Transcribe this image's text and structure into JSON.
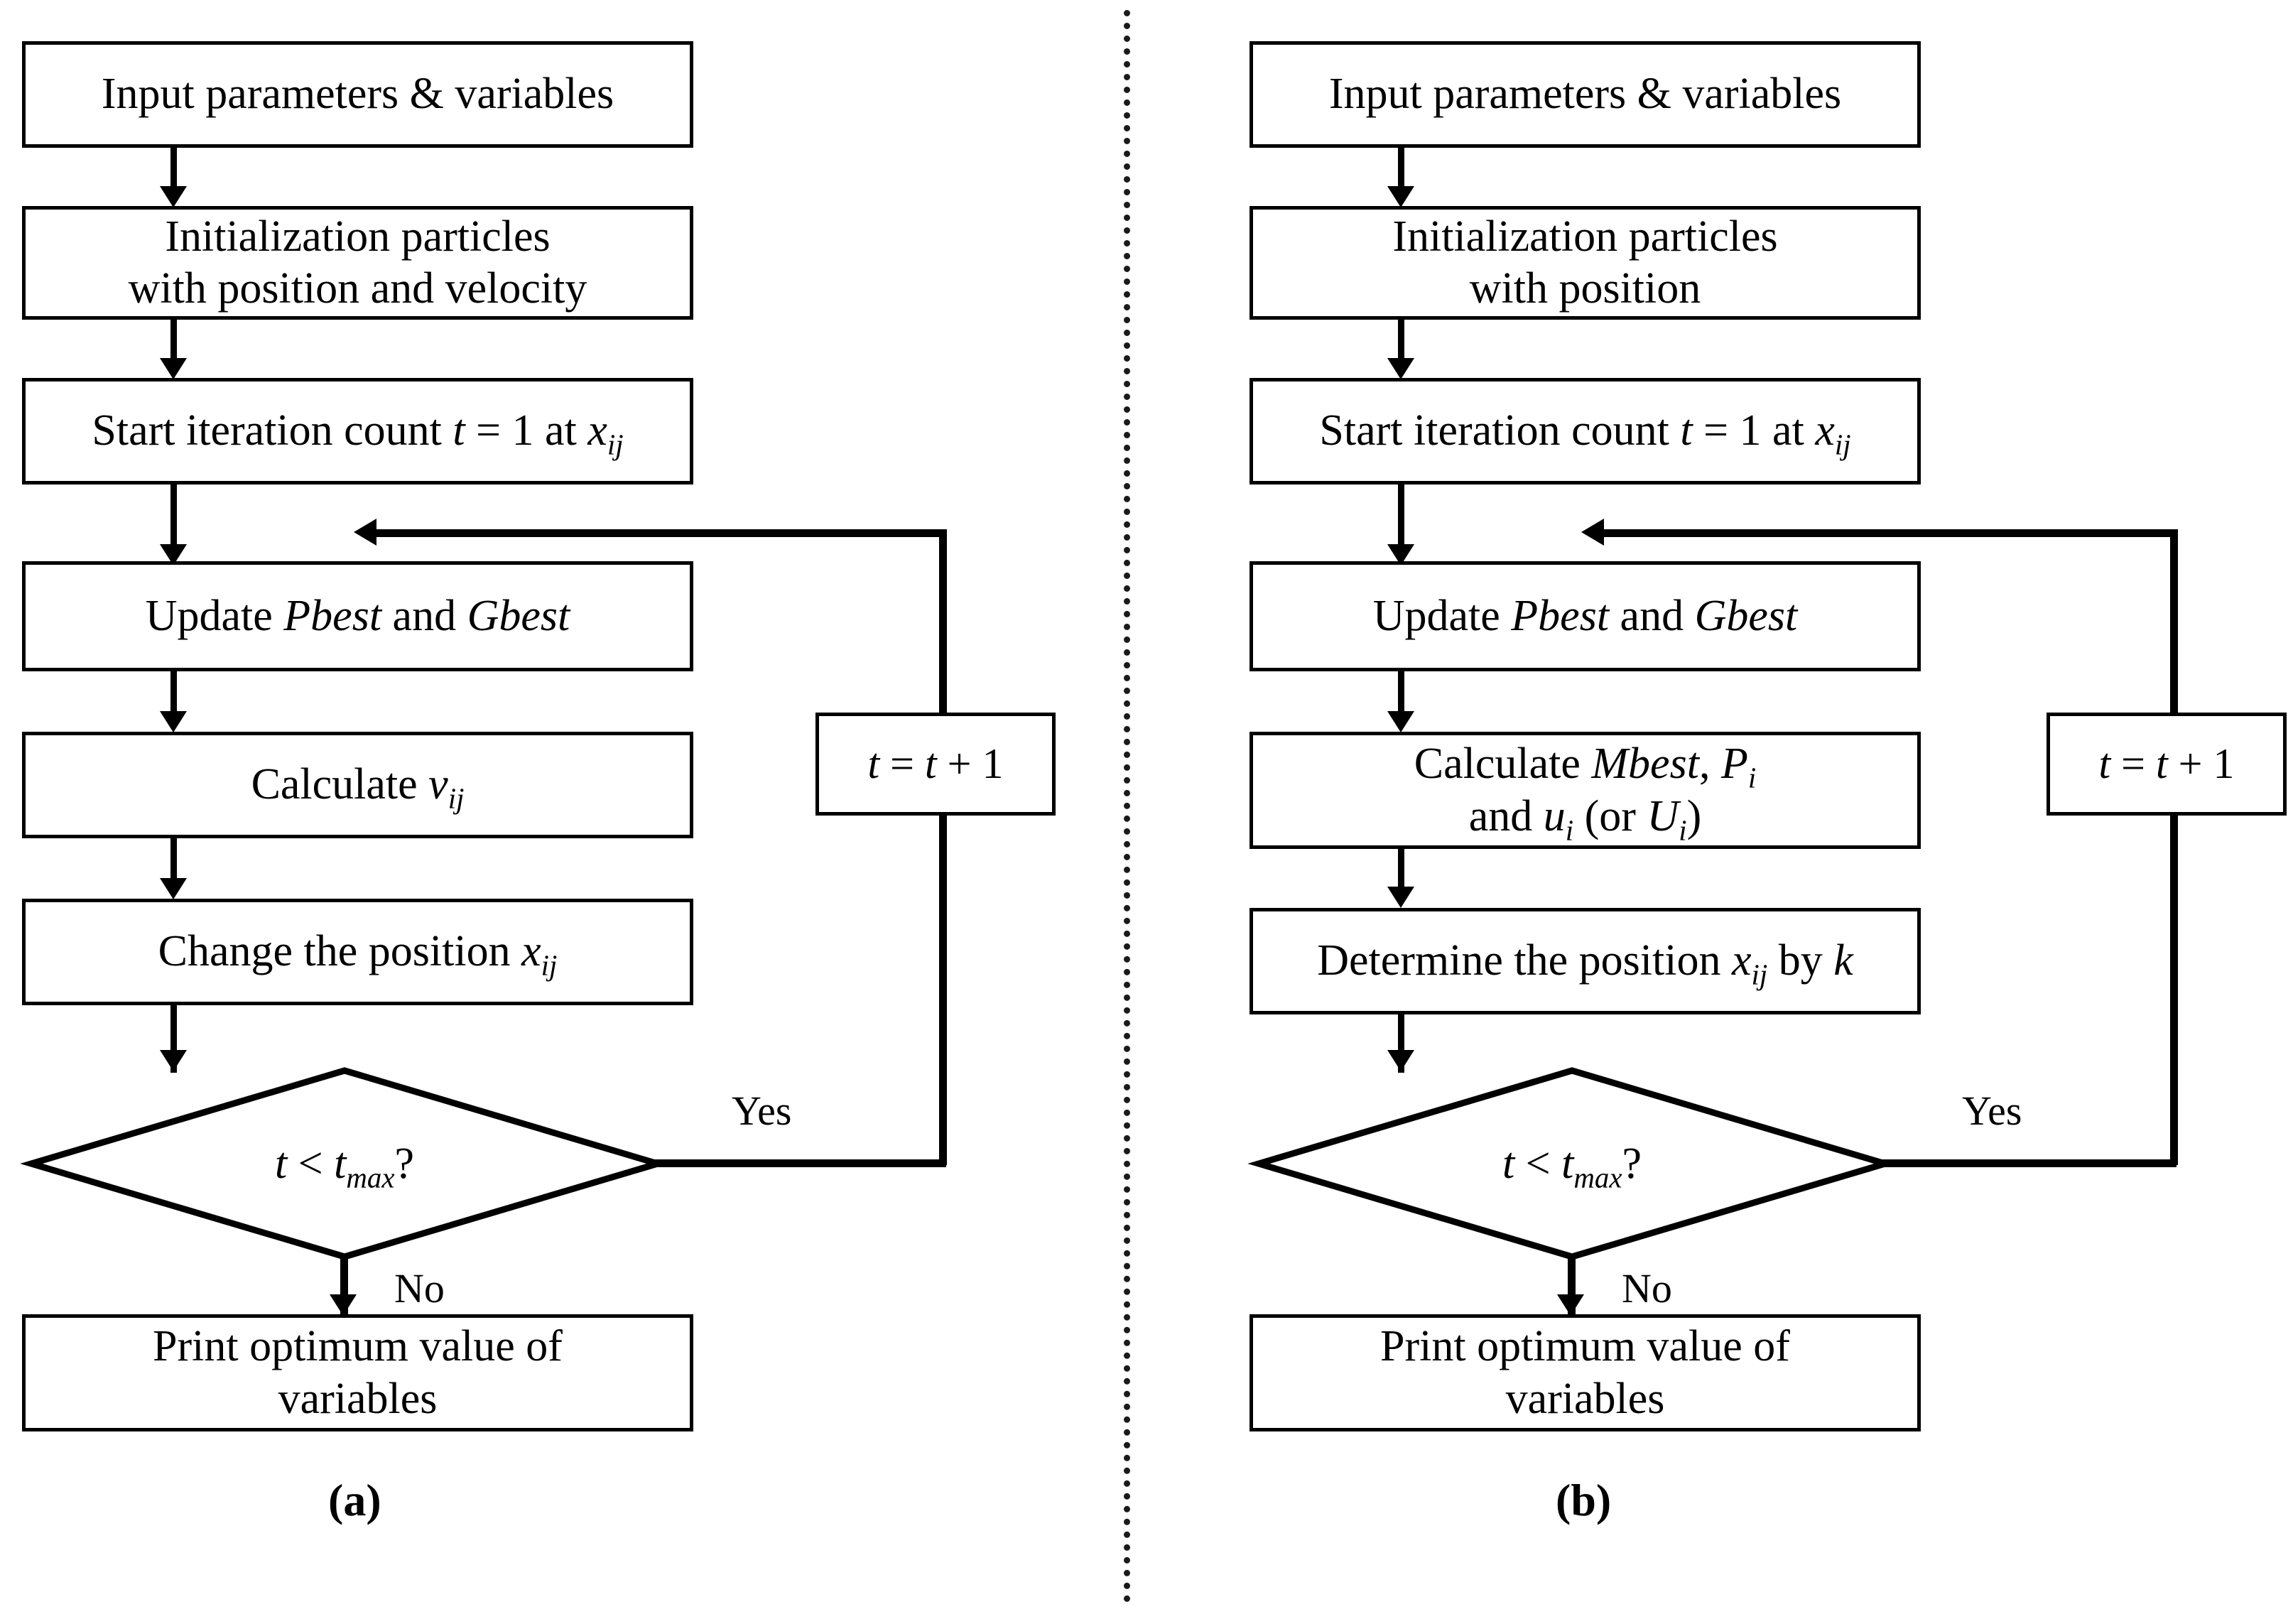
{
  "figure": {
    "type": "flowchart-pair",
    "description": "Side-by-side algorithm flowcharts (a) PSO and (b) QPSO separated by a vertical dotted divider",
    "divider": "dotted-vertical-line",
    "colors": {
      "stroke": "#000000",
      "fill": "#ffffff",
      "background": "#ffffff"
    }
  },
  "panels": [
    {
      "id": "a",
      "caption": "(a)",
      "nodes": [
        {
          "id": "input",
          "shape": "rect",
          "text": "Input parameters & variables"
        },
        {
          "id": "init",
          "shape": "rect",
          "text": "Initialization particles\nwith position and velocity"
        },
        {
          "id": "start",
          "shape": "rect",
          "text": "Start iteration count t = 1 at xij"
        },
        {
          "id": "update",
          "shape": "rect",
          "text": "Update Pbest and Gbest"
        },
        {
          "id": "calc",
          "shape": "rect",
          "text": "Calculate vij"
        },
        {
          "id": "change",
          "shape": "rect",
          "text": "Change the position xij"
        },
        {
          "id": "decide",
          "shape": "diamond",
          "text": "t < tmax?"
        },
        {
          "id": "print",
          "shape": "rect",
          "text": "Print optimum value of\nvariables"
        },
        {
          "id": "incr",
          "shape": "rect",
          "text": "t = t + 1"
        }
      ],
      "edges": [
        {
          "from": "input",
          "to": "init",
          "label": ""
        },
        {
          "from": "init",
          "to": "start",
          "label": ""
        },
        {
          "from": "start",
          "to": "update",
          "label": ""
        },
        {
          "from": "update",
          "to": "calc",
          "label": ""
        },
        {
          "from": "calc",
          "to": "change",
          "label": ""
        },
        {
          "from": "change",
          "to": "decide",
          "label": ""
        },
        {
          "from": "decide",
          "to": "incr",
          "label": "Yes"
        },
        {
          "from": "incr",
          "to": "update",
          "label": ""
        },
        {
          "from": "decide",
          "to": "print",
          "label": "No"
        }
      ],
      "edge_labels": {
        "yes": "Yes",
        "no": "No"
      }
    },
    {
      "id": "b",
      "caption": "(b)",
      "nodes": [
        {
          "id": "input",
          "shape": "rect",
          "text": "Input parameters & variables"
        },
        {
          "id": "init",
          "shape": "rect",
          "text": "Initialization particles\nwith position"
        },
        {
          "id": "start",
          "shape": "rect",
          "text": "Start iteration count t = 1 at xij"
        },
        {
          "id": "update",
          "shape": "rect",
          "text": "Update Pbest and Gbest"
        },
        {
          "id": "calc",
          "shape": "rect",
          "text": "Calculate Mbest, Pi\nand ui (or Ui)"
        },
        {
          "id": "determine",
          "shape": "rect",
          "text": "Determine the position xij by k"
        },
        {
          "id": "decide",
          "shape": "diamond",
          "text": "t < tmax?"
        },
        {
          "id": "print",
          "shape": "rect",
          "text": "Print optimum value of\nvariables"
        },
        {
          "id": "incr",
          "shape": "rect",
          "text": "t = t + 1"
        }
      ],
      "edges": [
        {
          "from": "input",
          "to": "init",
          "label": ""
        },
        {
          "from": "init",
          "to": "start",
          "label": ""
        },
        {
          "from": "start",
          "to": "update",
          "label": ""
        },
        {
          "from": "update",
          "to": "calc",
          "label": ""
        },
        {
          "from": "calc",
          "to": "determine",
          "label": ""
        },
        {
          "from": "determine",
          "to": "decide",
          "label": ""
        },
        {
          "from": "decide",
          "to": "incr",
          "label": "Yes"
        },
        {
          "from": "incr",
          "to": "update",
          "label": ""
        },
        {
          "from": "decide",
          "to": "print",
          "label": "No"
        }
      ],
      "edge_labels": {
        "yes": "Yes",
        "no": "No"
      }
    }
  ]
}
